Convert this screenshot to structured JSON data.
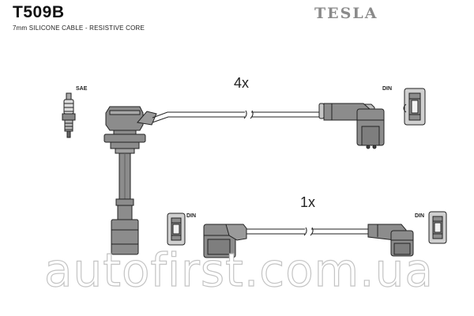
{
  "header": {
    "part_number": "T509B",
    "subtitle": "7mm SILICONE CABLE - RESISTIVE CORE",
    "brand": "TESLA"
  },
  "labels": {
    "sae": "SAE",
    "din_top": "DIN",
    "din_left": "DIN",
    "din_right": "DIN"
  },
  "quantities": {
    "upper_cable": "4x",
    "lower_cable": "1x"
  },
  "watermark": "autofirst.com.ua",
  "colors": {
    "part_gray": "#8c8c8c",
    "part_light": "#d0d0d0",
    "outline": "#222222",
    "brand": "#8a8a8a"
  }
}
